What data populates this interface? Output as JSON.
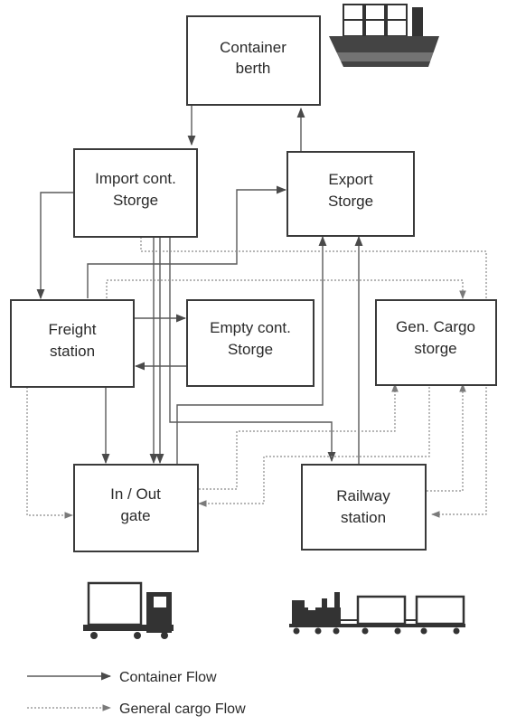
{
  "nodes": {
    "berth": {
      "line1": "Container",
      "line2": "berth"
    },
    "import": {
      "line1": "Import cont.",
      "line2": "Storge"
    },
    "export": {
      "line1": "Export",
      "line2": "Storge"
    },
    "freight": {
      "line1": "Freight",
      "line2": "station"
    },
    "empty": {
      "line1": "Empty cont.",
      "line2": "Storge"
    },
    "gencargo": {
      "line1": "Gen. Cargo",
      "line2": "storge"
    },
    "gate": {
      "line1": "In / Out",
      "line2": "gate"
    },
    "railway": {
      "line1": "Railway",
      "line2": "station"
    }
  },
  "legend": {
    "container_flow": "Container Flow",
    "general_cargo_flow": "General cargo Flow"
  },
  "icons": [
    "ship-icon",
    "truck-icon",
    "train-icon"
  ],
  "colors": {
    "line": "#5a5a5a",
    "box_border": "#3a3a3a",
    "vehicle": "#333333"
  }
}
